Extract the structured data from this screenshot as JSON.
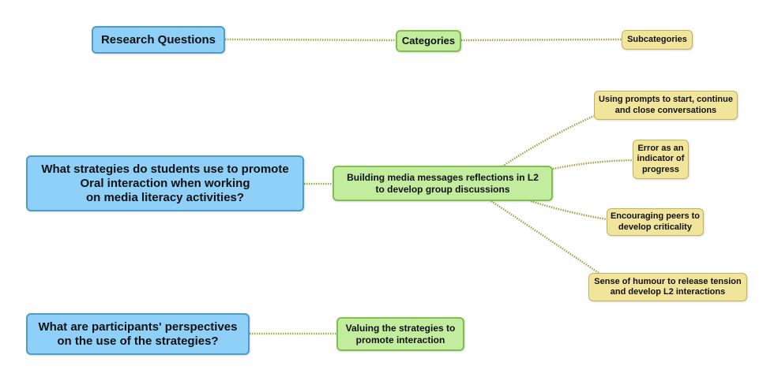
{
  "diagram": {
    "type": "mind-map",
    "legend": {
      "research_questions": "Research Questions",
      "categories": "Categories",
      "subcategories": "Subcategories"
    },
    "questions": [
      {
        "text": "What strategies do students use to promote\nOral interaction when working\non media literacy activities?",
        "categories": [
          {
            "text": "Building media messages reflections in L2\nto develop group discussions",
            "subcategories": [
              "Using prompts to start, continue\nand close conversations",
              "Error as an\nindicator of\nprogress",
              "Encouraging peers to\ndevelop criticality",
              "Sense of humour to release tension\nand develop L2 interactions"
            ]
          }
        ]
      },
      {
        "text": "What are participants' perspectives\non the use of the strategies?",
        "categories": [
          {
            "text": "Valuing the strategies to\npromote interaction",
            "subcategories": []
          }
        ]
      }
    ],
    "colors": {
      "research_question_fill": "#8fd0f8",
      "research_question_border": "#4d9dc7",
      "category_fill": "#c2ec9e",
      "category_border": "#7fbf4a",
      "subcategory_fill": "#f1e59b",
      "subcategory_border": "#c3b25a",
      "connector_green": "#8db83a",
      "connector_olive": "#a8a04a"
    }
  }
}
